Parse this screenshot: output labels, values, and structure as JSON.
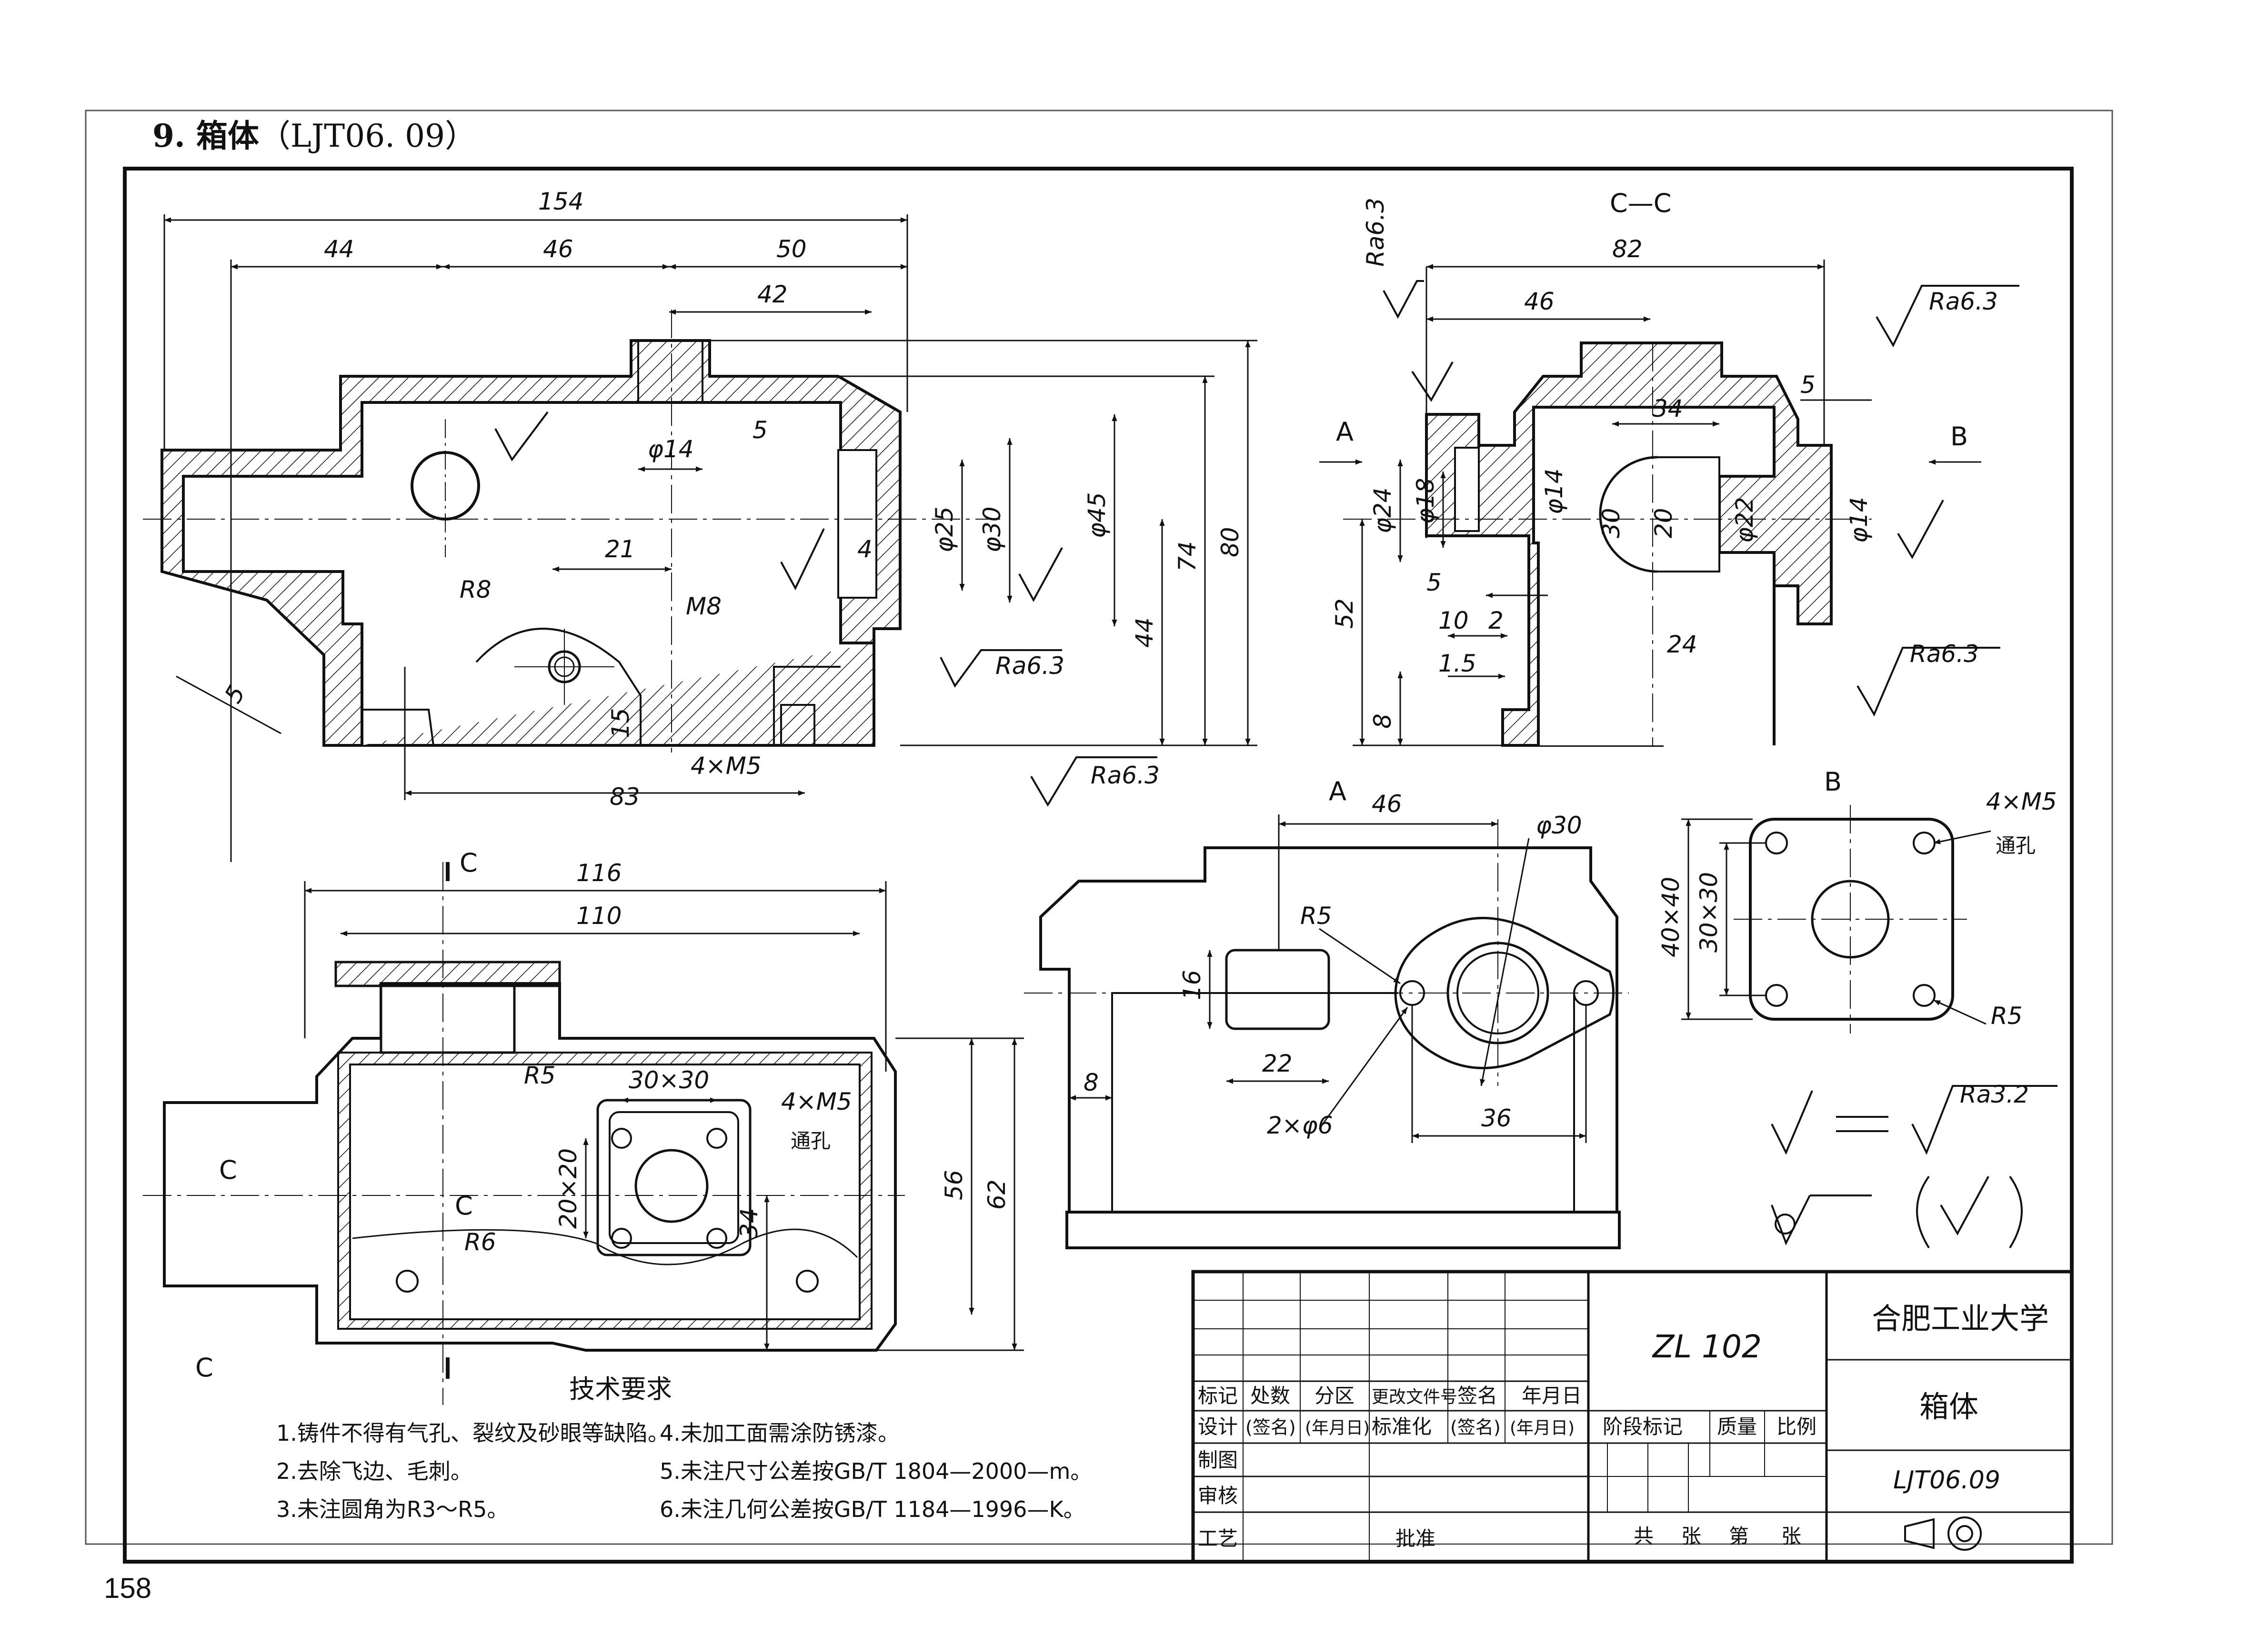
{
  "page": {
    "title_prefix": "9. 箱体",
    "title_code": "（LJT06. 09）",
    "page_number": "158"
  },
  "drawing": {
    "dimensions_front": [
      "154",
      "44",
      "46",
      "50",
      "42",
      "φ14",
      "5",
      "φ25",
      "φ30",
      "φ45",
      "4",
      "21",
      "R8",
      "M8",
      "44",
      "74",
      "80",
      "15",
      "4×M5",
      "83",
      "5"
    ],
    "dimensions_cc": [
      "82",
      "46",
      "34",
      "5",
      "φ24",
      "φ18",
      "φ14",
      "30",
      "20",
      "φ22",
      "φ14",
      "52",
      "8",
      "5",
      "10",
      "2",
      "1.5",
      "24"
    ],
    "roughness": [
      "Ra6.3",
      "Ra6.3",
      "Ra6.3",
      "Ra6.3",
      "Ra6.3",
      "Ra3.2"
    ],
    "dimensions_top": [
      "116",
      "110",
      "R5",
      "30×30",
      "4×M5",
      "通孔",
      "20×20",
      "34",
      "56",
      "62",
      "R6"
    ],
    "dimensions_a": [
      "46",
      "φ30",
      "R5",
      "16",
      "22",
      "8",
      "2×φ6",
      "36"
    ],
    "dimensions_b": [
      "4×M5",
      "通孔",
      "40×40",
      "30×30",
      "R5"
    ],
    "section_labels": {
      "cc": "C—C",
      "a": "A",
      "b": "B",
      "c": "C",
      "arrow_a": "A",
      "arrow_b": "B"
    }
  },
  "tech_requirements": {
    "heading": "技术要求",
    "items": [
      "1.铸件不得有气孔、裂纹及砂眼等缺陷。",
      "2.去除飞边、毛刺。",
      "3.未注圆角为R3～R5。",
      "4.未加工面需涂防锈漆。",
      "5.未注尺寸公差按GB/T 1804—2000—m。",
      "6.未注几何公差按GB/T 1184—1996—K。"
    ]
  },
  "title_block": {
    "material": "ZL 102",
    "organization": "合肥工业大学",
    "part_name": "箱体",
    "drawing_number": "LJT06.09",
    "header_row": [
      "标记",
      "处数",
      "分区",
      "更改文件号",
      "签名",
      "年月日"
    ],
    "design_row": [
      "设计",
      "(签名)",
      "(年月日)",
      "标准化",
      "(签名)",
      "(年月日)"
    ],
    "left_labels": [
      "制图",
      "审核",
      "工艺"
    ],
    "approve": "批准",
    "stage_mark": "阶段标记",
    "mass": "质量",
    "scale": "比例",
    "sheets_total": "共",
    "sheet_word": "张",
    "sheet_no": "第",
    "sheet_word2": "张"
  }
}
